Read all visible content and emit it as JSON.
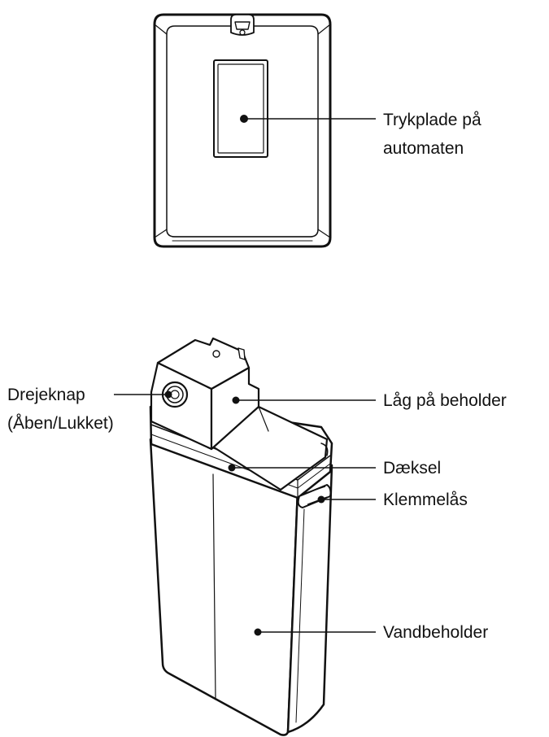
{
  "labels": {
    "push_plate_line1": "Trykplade på",
    "push_plate_line2": "automaten",
    "knob_line1": "Drejeknap",
    "knob_line2": "(Åben/Lukket)",
    "container_lid": "Låg på beholder",
    "cover": "Dæksel",
    "clamp": "Klemmelås",
    "water_container": "Vandbeholder"
  },
  "colors": {
    "line": "#111111",
    "fill": "#ffffff"
  }
}
